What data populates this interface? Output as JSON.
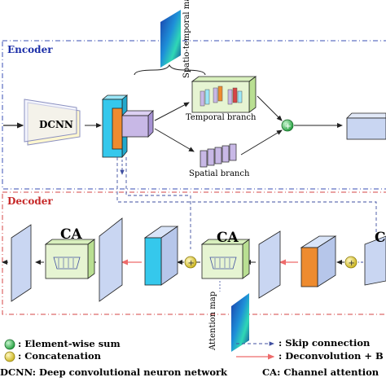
{
  "sections": {
    "encoder_label": "Encoder",
    "decoder_label": "Decoder"
  },
  "labels": {
    "dcnn": "DCNN",
    "temporal_branch": "Temporal branch",
    "spatial_branch": "Spatial branch",
    "spatio_temporal_map": "Spatio-temporal map",
    "attention_map": "Attention map",
    "ca_1": "CA",
    "ca_2": "CA",
    "ca_3": "C"
  },
  "legend": {
    "element_wise_sum": ": Element-wise sum",
    "concatenation": ": Concatenation",
    "skip_connection": ": Skip connection",
    "deconvolution": ": Deconvolution + B",
    "dcnn_def": "DCNN: Deep convolutional neuron network",
    "ca_def": "CA: Channel attention"
  },
  "colors": {
    "encoder_border": "#3a4fb5",
    "decoder_border": "#d64545",
    "block_fill": "#c9d6f2",
    "cyan_block": "#35c8ec",
    "orange_block": "#ee8b2f",
    "purple_block": "#c8b8e6",
    "green_box": "#e6f4d2",
    "sum_node": "#2db84d",
    "concat_node": "#e3cf2a",
    "skip_arrow": "#3f4fa0",
    "deconv_arrow": "#ee6b6b"
  }
}
